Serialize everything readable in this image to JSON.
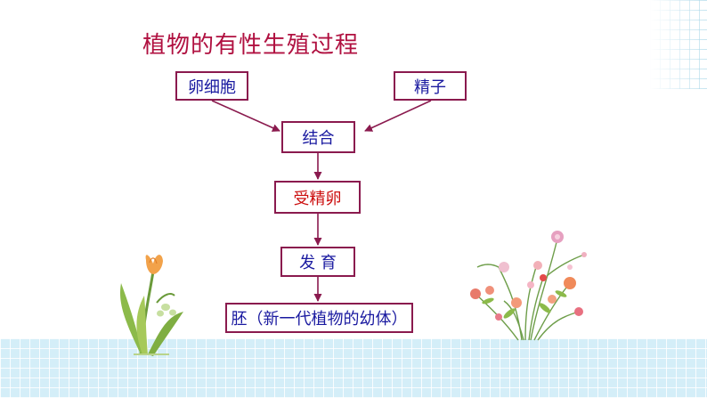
{
  "title": "植物的有性生殖过程",
  "nodes": {
    "egg": "卵细胞",
    "sperm": "精子",
    "fusion": "结合",
    "zygote": "受精卵",
    "development": "发 育",
    "embryo": "胚（新一代植物的幼体）"
  },
  "colors": {
    "title": "#b01040",
    "box_border": "#8a1a4e",
    "box_text": "#1a1aa0",
    "zygote_text": "#cc1010",
    "arrow": "#8a1a4e",
    "grid_band": "#d4eef8"
  }
}
